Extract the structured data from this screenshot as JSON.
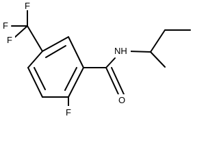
{
  "atoms": {
    "f_top": "F",
    "f_left_upper": "F",
    "f_left_lower": "F",
    "nh": "NH",
    "o": "O",
    "f_ring": "F"
  }
}
